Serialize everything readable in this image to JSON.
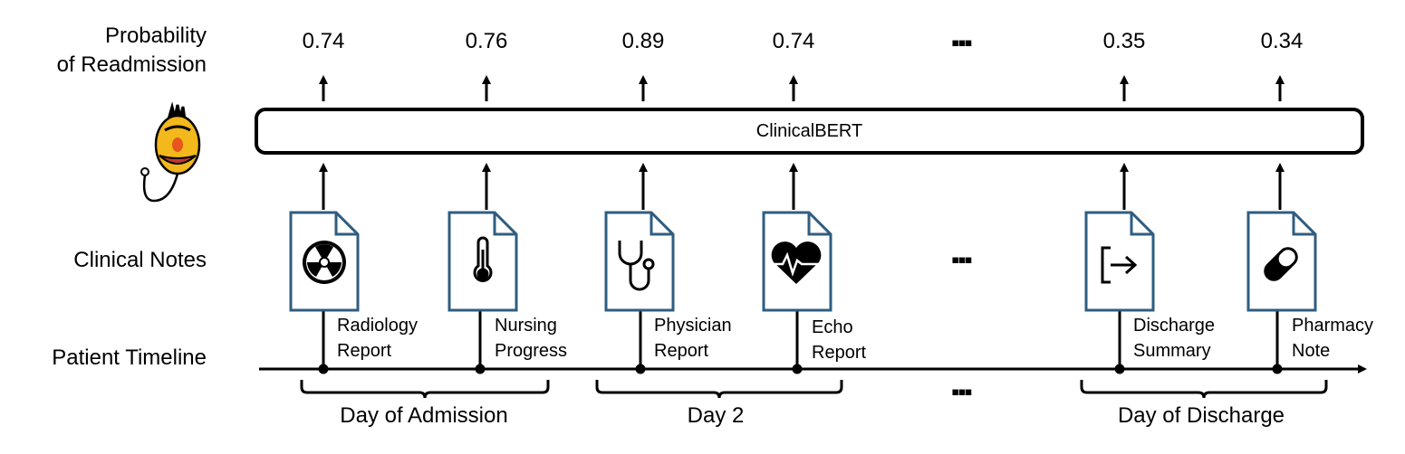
{
  "row_labels": {
    "probability_line1": "Probability",
    "probability_line2": "of Readmission",
    "clinical_notes": "Clinical Notes",
    "patient_timeline": "Patient Timeline"
  },
  "model": {
    "name": "ClinicalBERT"
  },
  "ellipsis": "▪▪▪",
  "notes": [
    {
      "icon": "radiation-icon",
      "probability": "0.74",
      "label": "Radiology\nReport"
    },
    {
      "icon": "thermometer-icon",
      "probability": "0.76",
      "label": "Nursing\nProgress"
    },
    {
      "icon": "stethoscope-icon",
      "probability": "0.89",
      "label": "Physician\nReport"
    },
    {
      "icon": "heartbeat-icon",
      "probability": "0.74",
      "label": "Echo\nReport"
    },
    {
      "icon": "exit-arrow-icon",
      "probability": "0.35",
      "label": "Discharge\nSummary"
    },
    {
      "icon": "pill-icon",
      "probability": "0.34",
      "label": "Pharmacy\nNote"
    }
  ],
  "days": [
    {
      "label": "Day of Admission"
    },
    {
      "label": "Day 2"
    },
    {
      "label": "Day of Discharge"
    }
  ],
  "colors": {
    "note_outline": "#2f5d80",
    "line": "#000000",
    "mascot_face": "#f2b81c",
    "mascot_mouth": "#c0392b"
  }
}
